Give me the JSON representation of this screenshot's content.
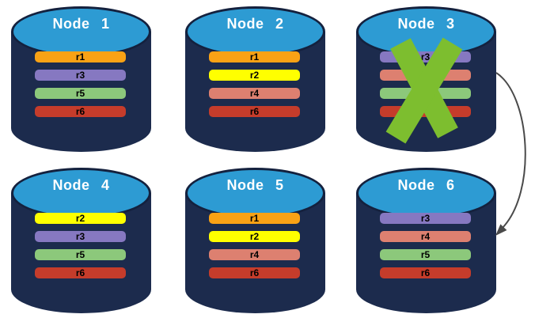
{
  "diagram": {
    "background_color": "#FFFFFF",
    "node_body_color": "#1C2B4D",
    "node_top_color": "#2D9BD3",
    "node_outline_color": "#14213E",
    "x_mark_color": "#7DBE2F",
    "arrow_color": "#4A4A4A"
  },
  "nodes": [
    {
      "label": "Node 1",
      "failed": false,
      "replicas": [
        {
          "label": "r1",
          "color": "#F9A215"
        },
        {
          "label": "r3",
          "color": "#8678C1"
        },
        {
          "label": "r5",
          "color": "#8CC87B"
        },
        {
          "label": "r6",
          "color": "#C53C2B"
        }
      ]
    },
    {
      "label": "Node 2",
      "failed": false,
      "replicas": [
        {
          "label": "r1",
          "color": "#F9A215"
        },
        {
          "label": "r2",
          "color": "#FFFF00"
        },
        {
          "label": "r4",
          "color": "#DD8070"
        },
        {
          "label": "r6",
          "color": "#C53C2B"
        }
      ]
    },
    {
      "label": "Node 3",
      "failed": true,
      "replicas": [
        {
          "label": "r3",
          "color": "#8678C1"
        },
        {
          "label": "r4",
          "color": "#DD8070"
        },
        {
          "label": "r5",
          "color": "#8CC87B"
        },
        {
          "label": "r6",
          "color": "#C53C2B"
        }
      ]
    },
    {
      "label": "Node 4",
      "failed": false,
      "replicas": [
        {
          "label": "r2",
          "color": "#FFFF00"
        },
        {
          "label": "r3",
          "color": "#8678C1"
        },
        {
          "label": "r5",
          "color": "#8CC87B"
        },
        {
          "label": "r6",
          "color": "#C53C2B"
        }
      ]
    },
    {
      "label": "Node 5",
      "failed": false,
      "replicas": [
        {
          "label": "r1",
          "color": "#F9A215"
        },
        {
          "label": "r2",
          "color": "#FFFF00"
        },
        {
          "label": "r4",
          "color": "#DD8070"
        },
        {
          "label": "r6",
          "color": "#C53C2B"
        }
      ]
    },
    {
      "label": "Node 6",
      "failed": false,
      "replicas": [
        {
          "label": "r3",
          "color": "#8678C1"
        },
        {
          "label": "r4",
          "color": "#DD8070"
        },
        {
          "label": "r5",
          "color": "#8CC87B"
        },
        {
          "label": "r6",
          "color": "#C53C2B"
        }
      ]
    }
  ],
  "annotations": {
    "x_mark": {
      "on": "Node 3"
    },
    "arrow": {
      "from": "Node 3",
      "to": "Node 6"
    }
  }
}
